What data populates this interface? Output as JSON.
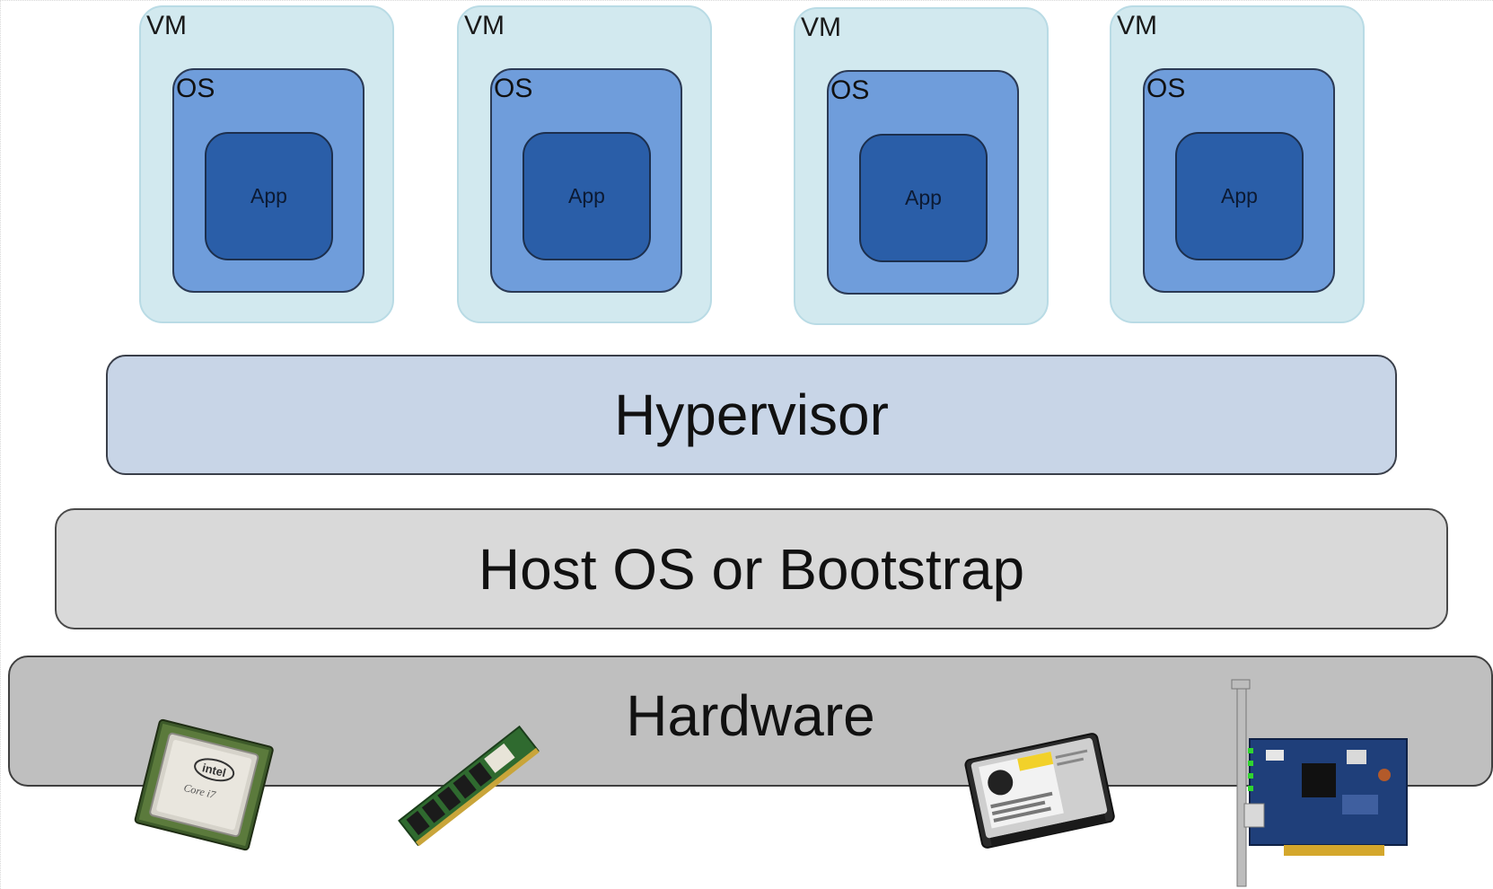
{
  "vms": [
    {
      "vm_label": "VM",
      "os_label": "OS",
      "app_label": "App"
    },
    {
      "vm_label": "VM",
      "os_label": "OS",
      "app_label": "App"
    },
    {
      "vm_label": "VM",
      "os_label": "OS",
      "app_label": "App"
    },
    {
      "vm_label": "VM",
      "os_label": "OS",
      "app_label": "App"
    }
  ],
  "layers": {
    "hypervisor": "Hypervisor",
    "host_os": "Host OS or Bootstrap",
    "hardware": "Hardware"
  },
  "hardware_items": {
    "cpu_brand": "intel",
    "cpu_model": "Core i7"
  },
  "colors": {
    "vm_fill": "#d2e9ef",
    "os_fill": "#6f9ddb",
    "app_fill": "#2a5ea8",
    "hypervisor_fill": "#c8d5e7",
    "host_os_fill": "#d9d9d9",
    "hardware_fill": "#bfbfbf"
  }
}
